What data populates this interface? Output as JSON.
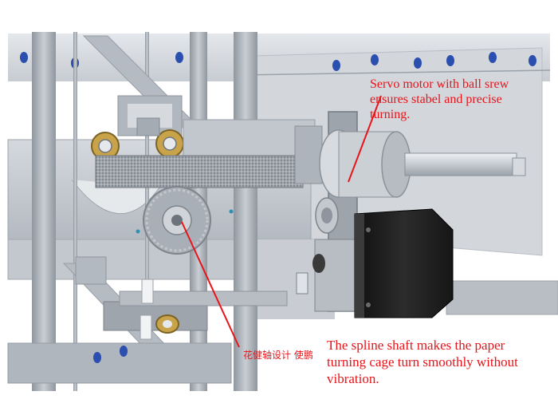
{
  "callouts": {
    "servo": {
      "lines": [
        "Servo motor with ball srew",
        "ensures stabel and precise",
        "turning."
      ]
    },
    "spline": {
      "lines": [
        "The spline shaft makes the paper",
        "turning cage turn smoothly without",
        "vibration."
      ]
    }
  },
  "watermark": "花健轴设计 使鹏",
  "colors": {
    "annotation": "#e8141a",
    "metal_light": "#d9dde2",
    "metal_mid": "#b4bac2",
    "metal_dark": "#8e959e",
    "motor_body": "#1e1e1e",
    "bolt_blue": "#2a4fae",
    "bearing_gold": "#c9a34a"
  }
}
